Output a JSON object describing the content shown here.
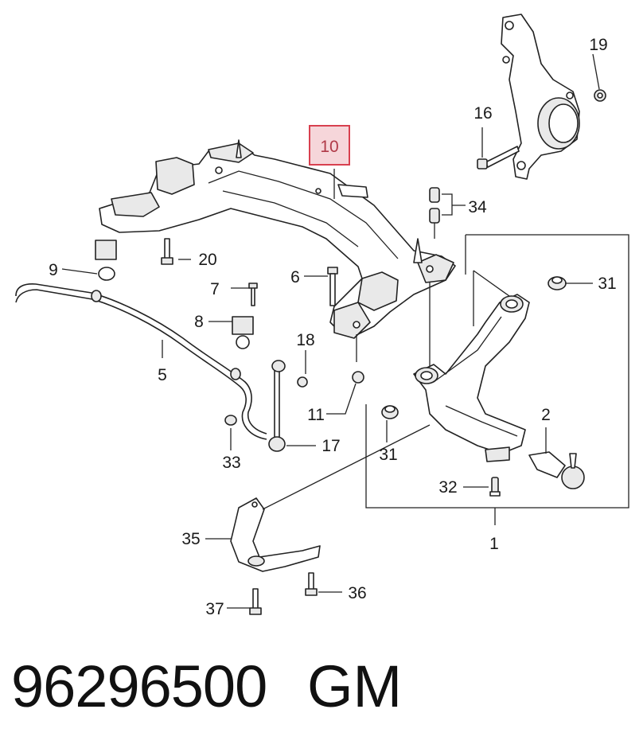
{
  "callouts": [
    {
      "id": "c1",
      "text": "1"
    },
    {
      "id": "c2",
      "text": "2"
    },
    {
      "id": "c5",
      "text": "5"
    },
    {
      "id": "c6",
      "text": "6"
    },
    {
      "id": "c7",
      "text": "7"
    },
    {
      "id": "c8",
      "text": "8"
    },
    {
      "id": "c9",
      "text": "9"
    },
    {
      "id": "c10",
      "text": "10",
      "highlighted": true
    },
    {
      "id": "c11",
      "text": "11"
    },
    {
      "id": "c16",
      "text": "16"
    },
    {
      "id": "c17",
      "text": "17"
    },
    {
      "id": "c18",
      "text": "18"
    },
    {
      "id": "c19",
      "text": "19"
    },
    {
      "id": "c20",
      "text": "20"
    },
    {
      "id": "c31a",
      "text": "31"
    },
    {
      "id": "c31b",
      "text": "31"
    },
    {
      "id": "c32",
      "text": "32"
    },
    {
      "id": "c33",
      "text": "33"
    },
    {
      "id": "c34",
      "text": "34"
    },
    {
      "id": "c35",
      "text": "35"
    },
    {
      "id": "c36",
      "text": "36"
    },
    {
      "id": "c37",
      "text": "37"
    }
  ],
  "footer": {
    "part_number": "96296500",
    "brand": "GM"
  },
  "colors": {
    "highlight_border": "#d8404f",
    "highlight_fill": "#f6d6da",
    "ink": "#222222"
  }
}
